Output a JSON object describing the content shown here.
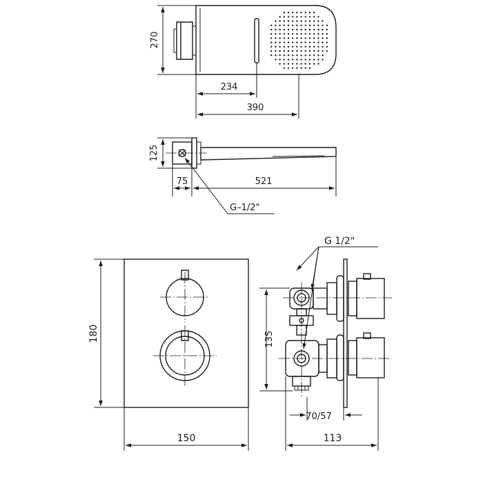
{
  "dimensions": {
    "shower_head_width": "270",
    "shower_head_arm_1": "234",
    "shower_head_arm_2": "390",
    "shower_head_depth": "125",
    "inlet_offset": "75",
    "arm_length": "521",
    "inlet_thread": "G–1/2\"",
    "mixer_height": "180",
    "mixer_width": "150",
    "mixer_inlet_thread": "G 1/2\"",
    "outlet_spacing": "135",
    "body_depth_range": "70/57",
    "total_depth": "113"
  },
  "colors": {
    "ink": "#1a1a1a",
    "background": "#ffffff"
  }
}
